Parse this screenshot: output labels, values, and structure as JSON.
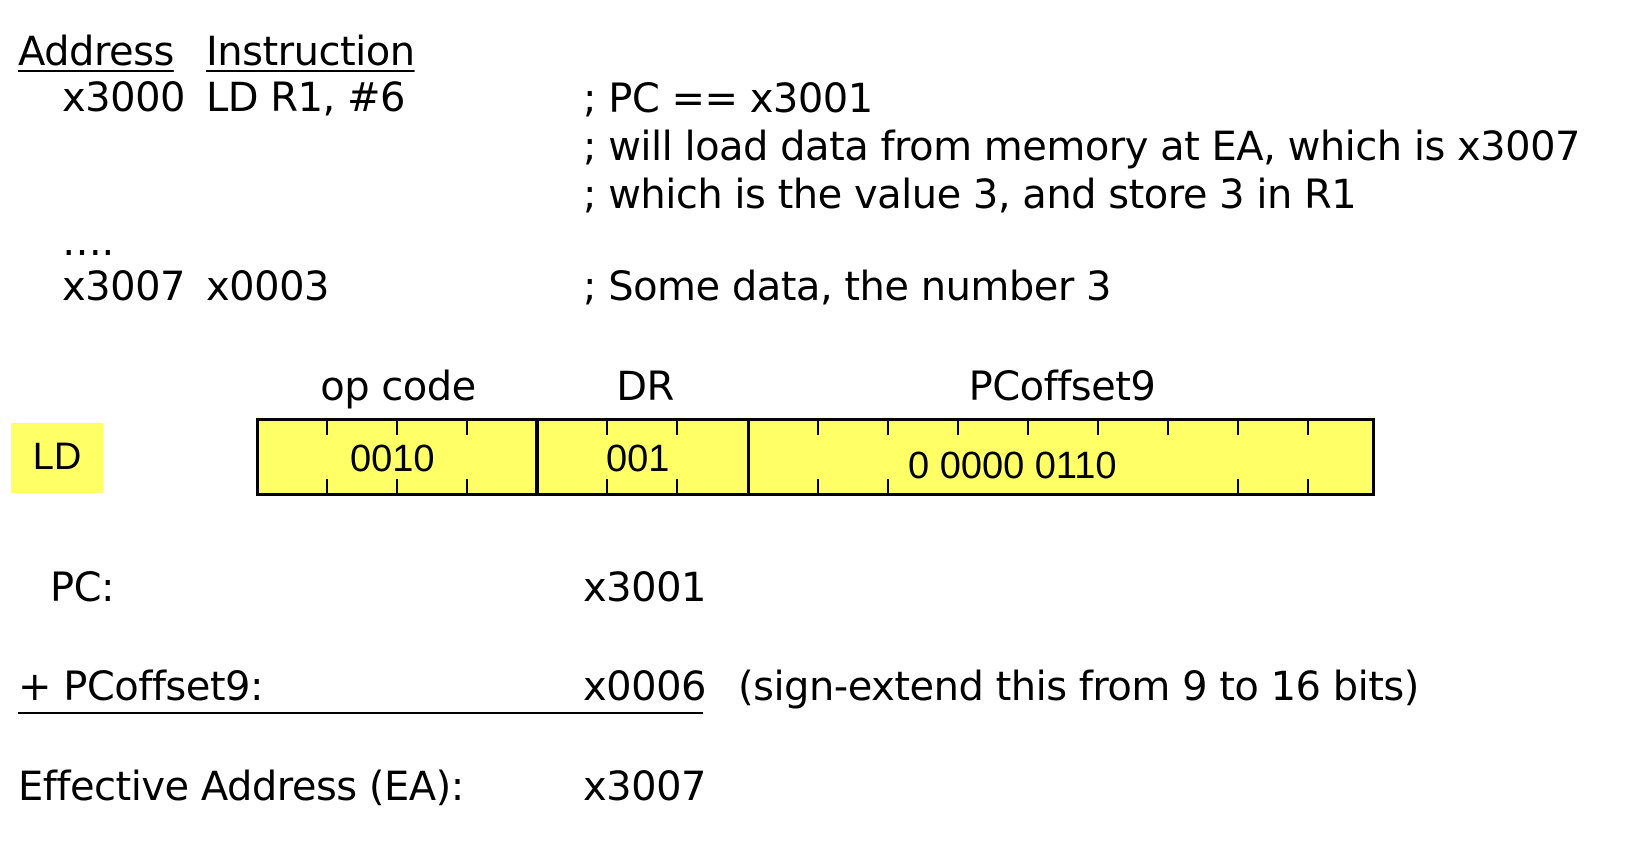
{
  "listing": {
    "header_address": "Address",
    "header_instruction": "Instruction",
    "row1_address": "x3000",
    "row1_instruction": "LD R1, #6",
    "ellipsis": "….",
    "row2_address": "x3007",
    "row2_instruction": "x0003",
    "comment_lines": [
      "; PC == x3001",
      "; will load data from memory at EA, which is x3007",
      "; which is the value 3, and store 3 in R1"
    ],
    "row2_comment": "; Some data, the number 3"
  },
  "encoding": {
    "instruction_name": "LD",
    "opcode_label": "op code",
    "dr_label": "DR",
    "offset_label": "PCoffset9",
    "opcode_bits": "0010",
    "dr_bits": "001",
    "offset_bits": "0 0000 0110",
    "fill_color": "#ffff66"
  },
  "calculation": {
    "pc_label": "PC:",
    "pc_value": "x3001",
    "offset_label": "+ PCoffset9:",
    "offset_value": "x0006",
    "offset_note": "(sign-extend this from 9 to 16 bits)",
    "ea_label": "Effective Address (EA):",
    "ea_value": "x3007"
  }
}
